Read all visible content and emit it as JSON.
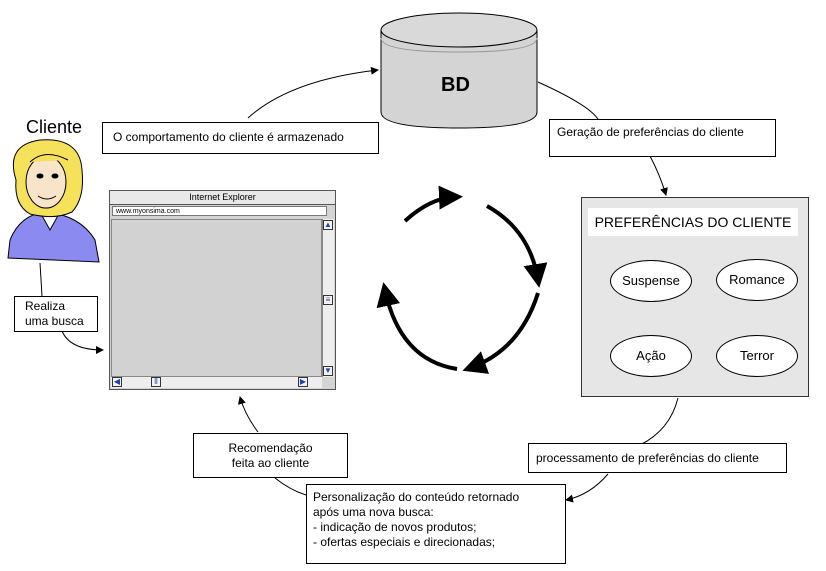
{
  "cliente": {
    "label": "Cliente"
  },
  "database": {
    "label": "BD"
  },
  "browser": {
    "title": "Internet Explorer",
    "url": "www.myonsima.com"
  },
  "boxes": {
    "stored": "O comportamento do cliente é armazenado",
    "generation": "Geração de preferências do cliente",
    "search_line1": "Realiza",
    "search_line2": "uma busca",
    "processing": "processamento de preferências do cliente",
    "recommendation_line1": "Recomendação",
    "recommendation_line2": "feita ao cliente",
    "personalization": [
      "Personalização do conteúdo retornado",
      "após uma nova busca:",
      "- indicação de novos produtos;",
      "- ofertas especiais e direcionadas;"
    ]
  },
  "preferences": {
    "title": "PREFERÊNCIAS DO CLIENTE",
    "nodes": [
      "Suspense",
      "Romance",
      "Ação",
      "Terror"
    ]
  }
}
